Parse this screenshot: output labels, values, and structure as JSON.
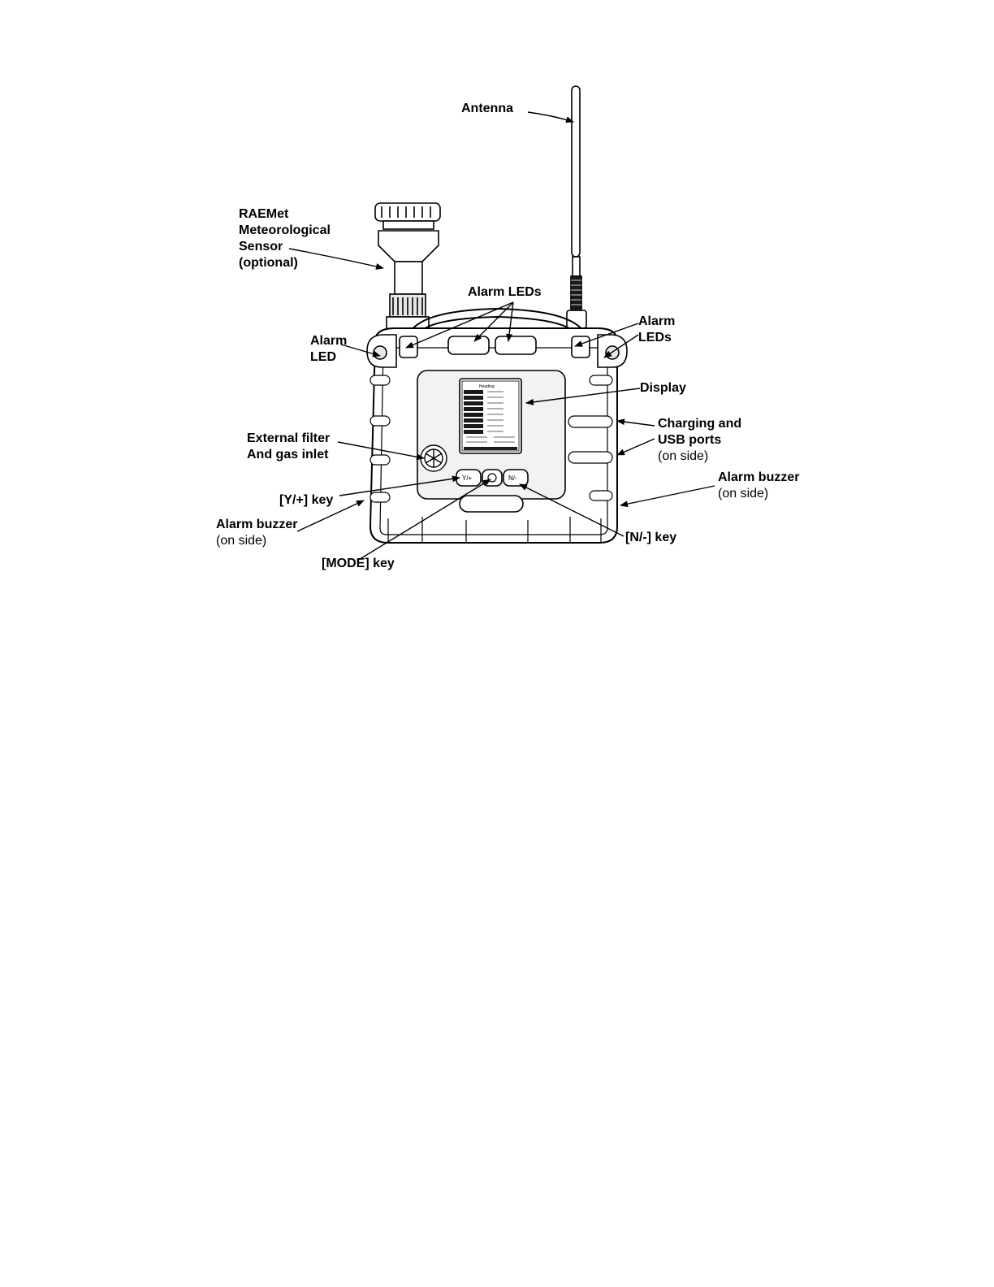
{
  "colors": {
    "ink": "#000000",
    "fill": "#ffffff",
    "panel": "#f2f2f2",
    "dark": "#1a1a1a"
  },
  "labels": {
    "antenna": "Antenna",
    "raemet": [
      "RAEMet",
      "Meteorological",
      "Sensor",
      "(optional)"
    ],
    "alarm_leds_top": "Alarm LEDs",
    "alarm_led_left": [
      "Alarm",
      "LED"
    ],
    "alarm_leds_right": [
      "Alarm",
      "LEDs"
    ],
    "display": "Display",
    "charging_usb": [
      "Charging and",
      "USB ports",
      "(on side)"
    ],
    "external_filter": [
      "External filter",
      "And gas inlet"
    ],
    "alarm_buzzer_right": [
      "Alarm buzzer",
      "(on side)"
    ],
    "y_key": "[Y/+] key",
    "alarm_buzzer_left": [
      "Alarm buzzer",
      "(on side)"
    ],
    "n_key": "[N/-] key",
    "mode_key": "[MODE] key"
  },
  "device": {
    "screen_title": "Heading",
    "key_y": "Y/+",
    "key_n": "N/-"
  }
}
